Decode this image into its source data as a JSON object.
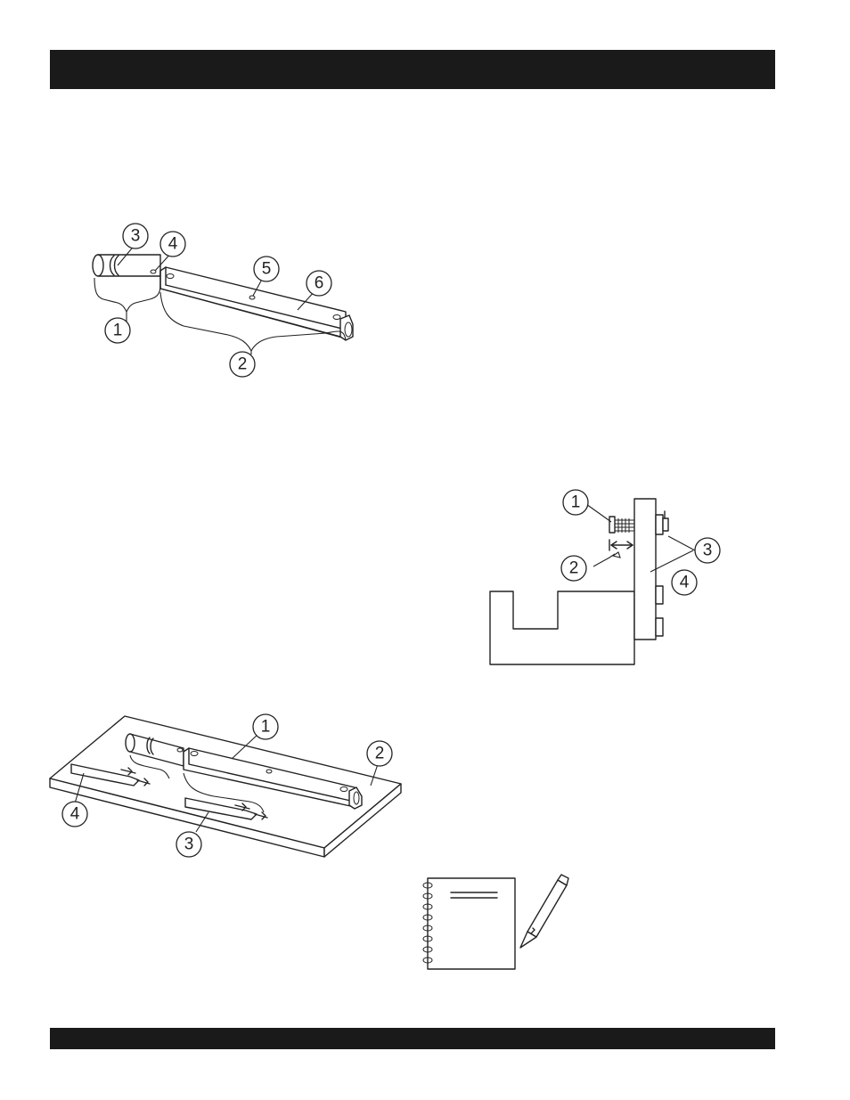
{
  "figure_shaft": {
    "callouts": [
      "1",
      "2",
      "3",
      "4",
      "5",
      "6"
    ]
  },
  "figure_bracket": {
    "callouts": [
      "1",
      "2",
      "3",
      "4"
    ]
  },
  "figure_plate": {
    "callouts": [
      "1",
      "2",
      "3",
      "4"
    ]
  },
  "icons": {
    "notebook": "notebook-icon",
    "pencil": "pencil-icon"
  },
  "colors": {
    "bar": "#1a1a1a",
    "line": "#222222",
    "background": "#ffffff"
  }
}
